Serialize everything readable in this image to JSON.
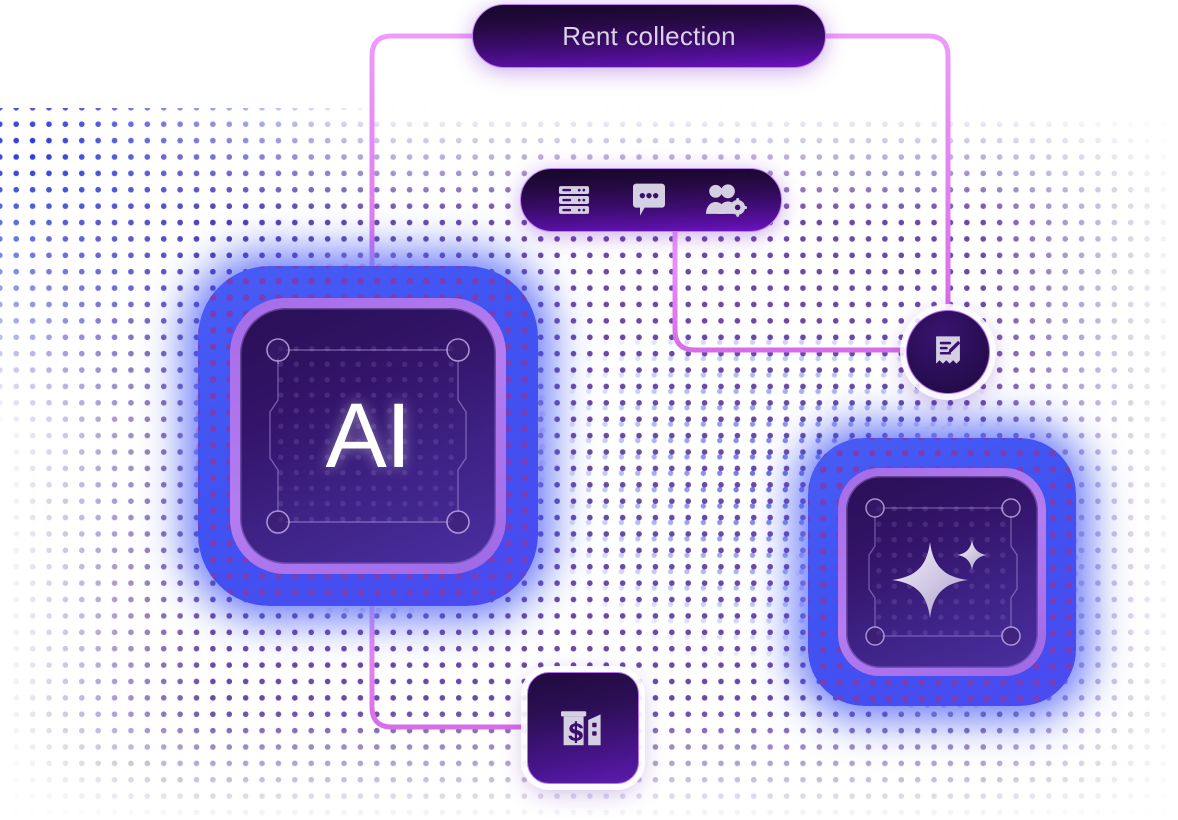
{
  "diagram": {
    "title_pill": {
      "label": "Rent collection",
      "name": "rent-collection-pill"
    },
    "feature_pill": {
      "name": "feature-icon-pill",
      "icons": [
        {
          "name": "server-stack-icon",
          "label": "Server stack"
        },
        {
          "name": "chat-bubble-icon",
          "label": "Chat messages"
        },
        {
          "name": "users-settings-icon",
          "label": "Tenant management"
        }
      ]
    },
    "nodes": [
      {
        "name": "ai-chip-primary",
        "label": "AI",
        "icon": "ai-chip-icon",
        "description": "Primary AI processor chip"
      },
      {
        "name": "ai-chip-secondary",
        "label": "",
        "icon": "sparkle-icon",
        "description": "Secondary AI sparkle chip"
      }
    ],
    "badges": [
      {
        "name": "invoice-edit-badge",
        "icon": "receipt-edit-icon",
        "label": "Invoice editing",
        "shape": "circle"
      },
      {
        "name": "rent-payment-badge",
        "icon": "bank-dollar-icon",
        "label": "Rent payment",
        "shape": "square"
      }
    ],
    "colors": {
      "wire": "#e07ef0",
      "wire_highlight": "#f2a6fb",
      "glow_blue": "#4150f2",
      "glow_purple": "#a86ce8",
      "chip_body_dark": "#2a0f56",
      "chip_body_light": "#4a2fa0",
      "pill_border": "#bf7ef5",
      "pill_text": "#d9d3e4",
      "background_dot": "#6a4aa8",
      "background_dot_blue": "#1e2fd8",
      "icon_fill": "#d5cfe2",
      "page_background": "#ffffff"
    }
  }
}
